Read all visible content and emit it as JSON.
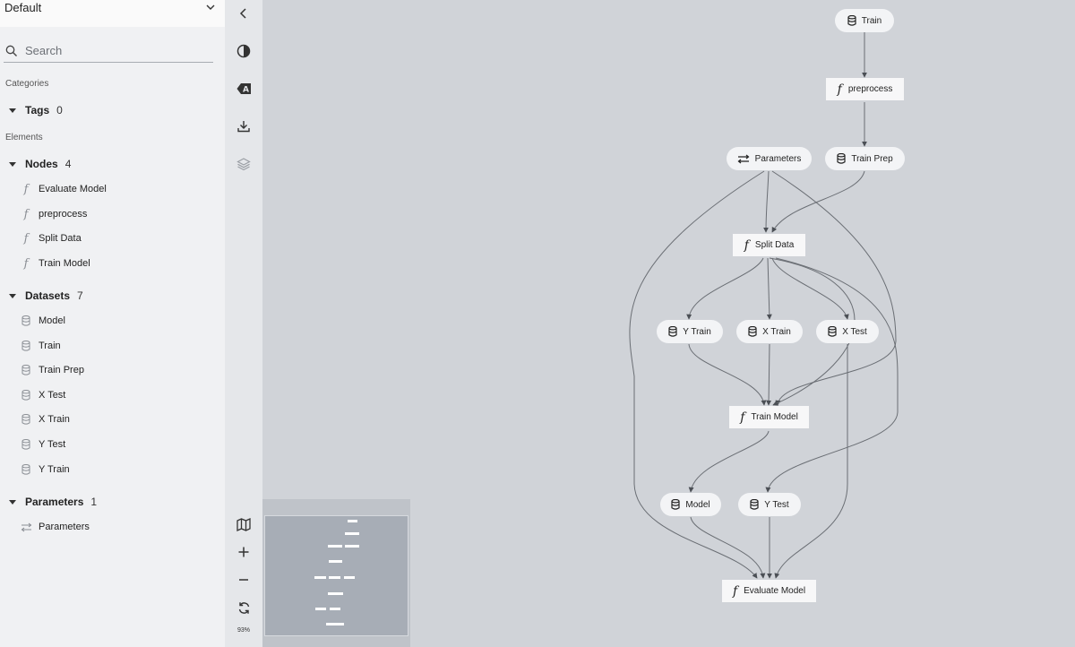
{
  "sidebar": {
    "pipeline": "Default",
    "search_placeholder": "Search",
    "categories_label": "Categories",
    "elements_label": "Elements",
    "tags": {
      "label": "Tags",
      "count": "0"
    },
    "nodes": {
      "label": "Nodes",
      "count": "4",
      "items": [
        "Evaluate Model",
        "preprocess",
        "Split Data",
        "Train Model"
      ]
    },
    "datasets": {
      "label": "Datasets",
      "count": "7",
      "items": [
        "Model",
        "Train",
        "Train Prep",
        "X Test",
        "X Train",
        "Y Test",
        "Y Train"
      ]
    },
    "parameters": {
      "label": "Parameters",
      "count": "1",
      "items": [
        "Parameters"
      ]
    }
  },
  "toolbar": {
    "icons": [
      "chevron-left-icon",
      "theme-toggle-icon",
      "label-toggle-icon",
      "download-icon",
      "layers-icon",
      "map-icon",
      "zoom-in-icon",
      "zoom-out-icon",
      "reset-icon"
    ],
    "zoom": "93%"
  },
  "graph": {
    "nodes": {
      "train": "Train",
      "preprocess": "preprocess",
      "parameters": "Parameters",
      "train_prep": "Train Prep",
      "split_data": "Split Data",
      "y_train": "Y Train",
      "x_train": "X Train",
      "x_test": "X Test",
      "train_model": "Train Model",
      "model": "Model",
      "y_test": "Y Test",
      "evaluate_model": "Evaluate Model"
    },
    "edges": [
      [
        "Train",
        "preprocess"
      ],
      [
        "preprocess",
        "Train Prep"
      ],
      [
        "Parameters",
        "Split Data"
      ],
      [
        "Train Prep",
        "Split Data"
      ],
      [
        "Split Data",
        "Y Train"
      ],
      [
        "Split Data",
        "X Train"
      ],
      [
        "Split Data",
        "X Test"
      ],
      [
        "Split Data",
        "Train Model"
      ],
      [
        "Split Data",
        "Y Test"
      ],
      [
        "Parameters",
        "Train Model"
      ],
      [
        "Parameters",
        "Evaluate Model"
      ],
      [
        "Y Train",
        "Train Model"
      ],
      [
        "X Train",
        "Train Model"
      ],
      [
        "Train Model",
        "Model"
      ],
      [
        "Model",
        "Evaluate Model"
      ],
      [
        "Y Test",
        "Evaluate Model"
      ],
      [
        "X Test",
        "Evaluate Model"
      ]
    ]
  },
  "colors": {
    "canvas": "#d0d3d8",
    "sidebar": "#f0f1f3",
    "toolbar": "#e5e7ea",
    "edge": "#6a6e74",
    "minimap": "#a7adb6"
  }
}
